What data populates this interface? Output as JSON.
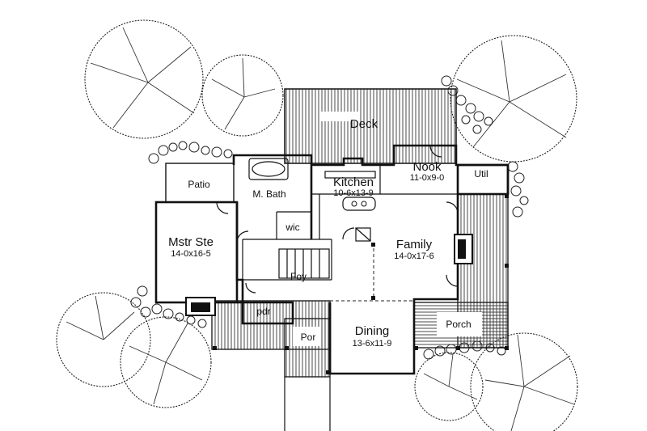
{
  "rooms": {
    "deck": {
      "name": "Deck"
    },
    "patio": {
      "name": "Patio"
    },
    "master_bath": {
      "name": "M. Bath"
    },
    "kitchen": {
      "name": "Kitchen",
      "dims": "10-6x13-9"
    },
    "nook": {
      "name": "Nook",
      "dims": "11-0x9-0"
    },
    "utility": {
      "name": "Util"
    },
    "walk_in_closet": {
      "name": "wic"
    },
    "master_suite": {
      "name": "Mstr Ste",
      "dims": "14-0x16-5"
    },
    "family": {
      "name": "Family",
      "dims": "14-0x17-6"
    },
    "foyer": {
      "name": "Foy"
    },
    "powder": {
      "name": "pdr"
    },
    "front_porch": {
      "name": "Por"
    },
    "dining": {
      "name": "Dining",
      "dims": "13-6x11-9"
    },
    "side_porch": {
      "name": "Porch"
    }
  },
  "colors": {
    "line": "#111111",
    "background": "#ffffff"
  }
}
